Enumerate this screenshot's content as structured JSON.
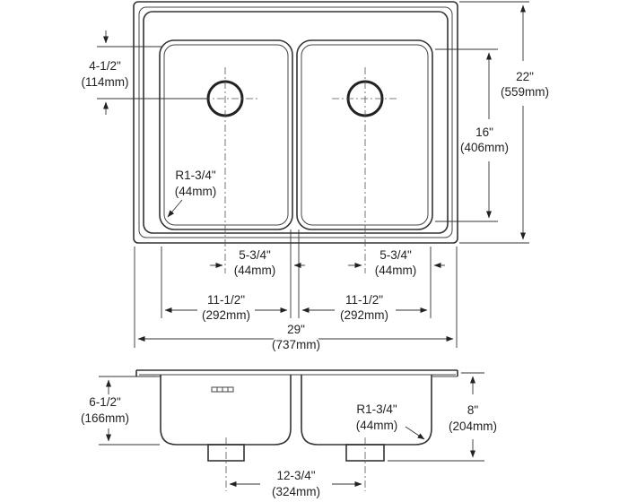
{
  "labels": {
    "overall_length_in": "22\"",
    "overall_length_mm": "(559mm)",
    "bowl_length_in": "16\"",
    "bowl_length_mm": "(406mm)",
    "drain_offset_in": "4-1/2\"",
    "drain_offset_mm": "(114mm)",
    "corner_radius_top_in": "R1-3/4\"",
    "corner_radius_top_mm": "(44mm)",
    "drain_center_left_in": "5-3/4\"",
    "drain_center_left_mm": "(44mm)",
    "drain_center_right_in": "5-3/4\"",
    "drain_center_right_mm": "(44mm)",
    "bowl_width_left_in": "11-1/2\"",
    "bowl_width_left_mm": "(292mm)",
    "bowl_width_right_in": "11-1/2\"",
    "bowl_width_right_mm": "(292mm)",
    "overall_width_in": "29\"",
    "overall_width_mm": "(737mm)",
    "side_depth_in": "6-1/2\"",
    "side_depth_mm": "(166mm)",
    "bowl_depth_in": "8\"",
    "bowl_depth_mm": "(204mm)",
    "corner_radius_side_in": "R1-3/4\"",
    "corner_radius_side_mm": "(44mm)",
    "drain_spacing_in": "12-3/4\"",
    "drain_spacing_mm": "(324mm)"
  }
}
